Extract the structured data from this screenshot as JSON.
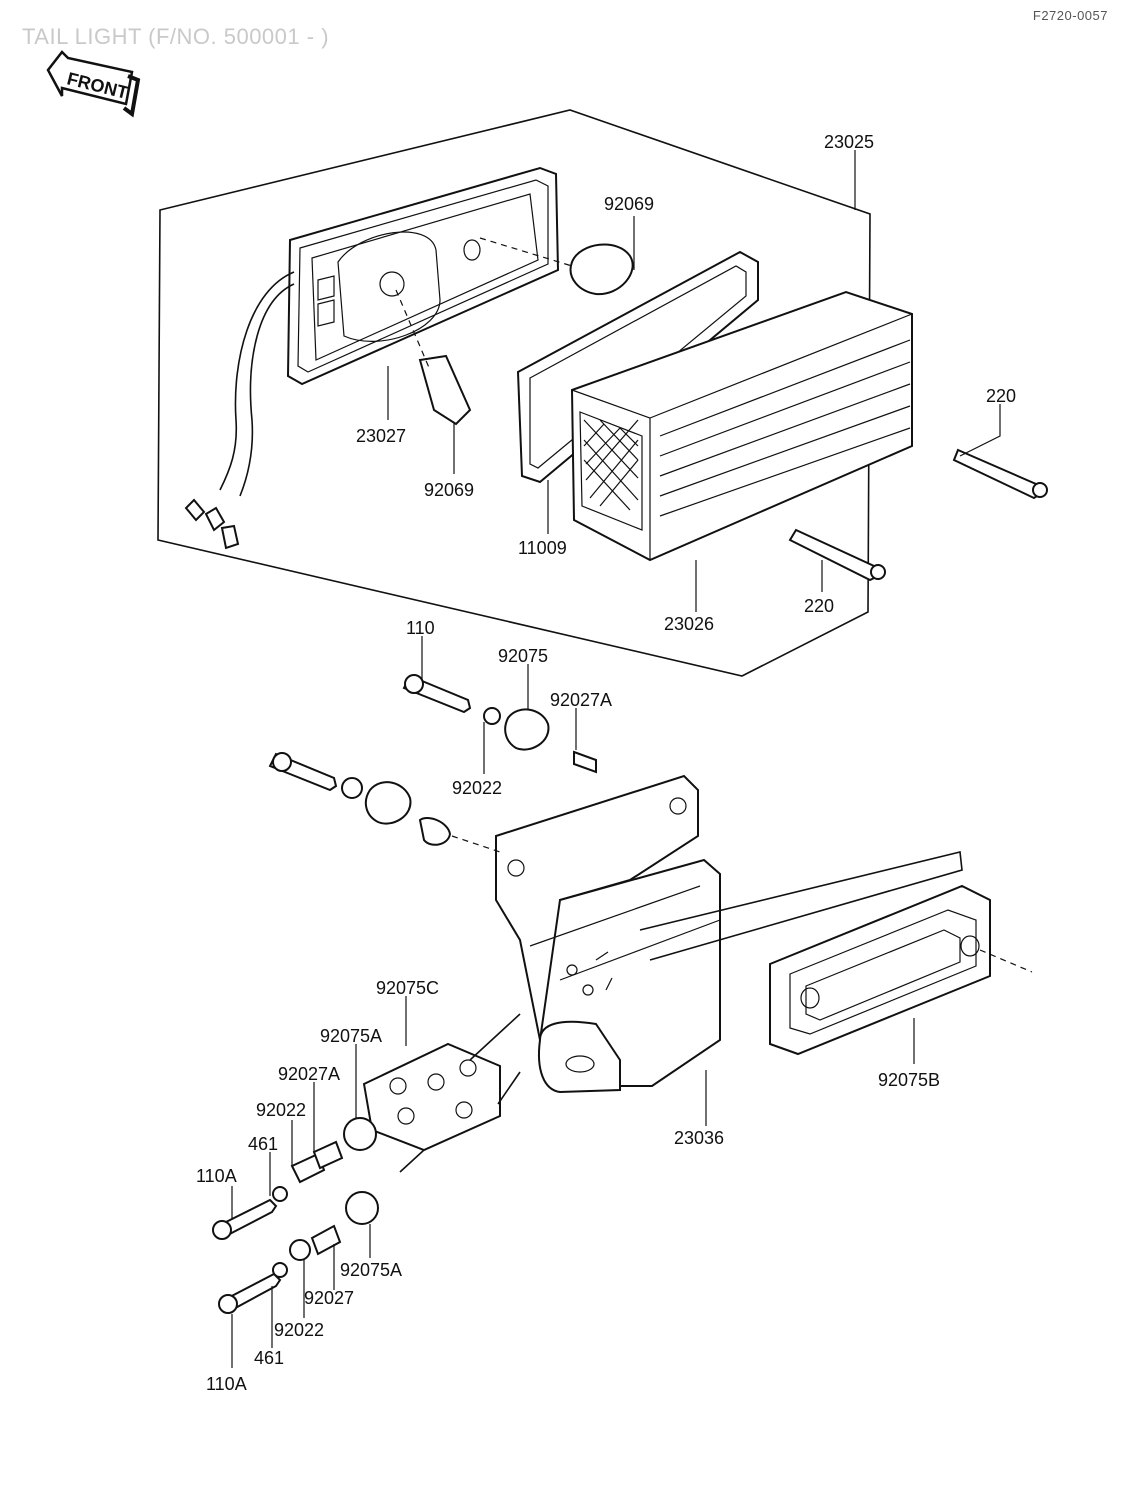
{
  "header": {
    "title": "TAIL LIGHT (F/NO. 500001 - )",
    "code": "F2720-0057"
  },
  "front_arrow": {
    "label": "FRONT"
  },
  "parts": [
    {
      "id": "p23025a",
      "label": "23025"
    },
    {
      "id": "p92069a",
      "label": "92069"
    },
    {
      "id": "p23027",
      "label": "23027"
    },
    {
      "id": "p92069b",
      "label": "92069"
    },
    {
      "id": "p220a",
      "label": "220"
    },
    {
      "id": "p11009",
      "label": "11009"
    },
    {
      "id": "p23026",
      "label": "23026"
    },
    {
      "id": "p220b",
      "label": "220"
    },
    {
      "id": "p110",
      "label": "110"
    },
    {
      "id": "p92075",
      "label": "92075"
    },
    {
      "id": "p92027Aa",
      "label": "92027A"
    },
    {
      "id": "p92022a",
      "label": "92022"
    },
    {
      "id": "p92075C",
      "label": "92075C"
    },
    {
      "id": "p92075Aa",
      "label": "92075A"
    },
    {
      "id": "p92027Ab",
      "label": "92027A"
    },
    {
      "id": "p92022b",
      "label": "92022"
    },
    {
      "id": "p461a",
      "label": "461"
    },
    {
      "id": "p110Aa",
      "label": "110A"
    },
    {
      "id": "p92075B",
      "label": "92075B"
    },
    {
      "id": "p23036",
      "label": "23036"
    },
    {
      "id": "p92075Ab",
      "label": "92075A"
    },
    {
      "id": "p92027",
      "label": "92027"
    },
    {
      "id": "p92022c",
      "label": "92022"
    },
    {
      "id": "p461b",
      "label": "461"
    },
    {
      "id": "p110Ab",
      "label": "110A"
    }
  ]
}
